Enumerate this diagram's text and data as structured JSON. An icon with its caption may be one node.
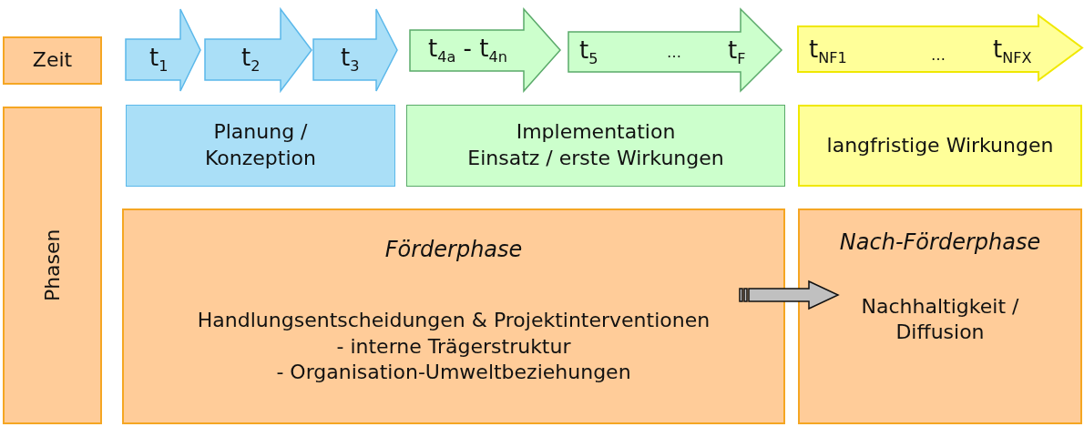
{
  "diagram": {
    "nodes": [
      {
        "text": [
          "Zeit"
        ]
      },
      {
        "text": [
          "t$_{1}$"
        ]
      },
      {
        "text": [
          "t$_{2}$"
        ]
      },
      {
        "text": [
          "t$_{3}$"
        ]
      },
      {
        "text": [
          "t$_{4a}$ - t$_{4n}$"
        ]
      },
      {
        "text": [
          "t$_{5}$",
          "…",
          "t$_{F}$"
        ]
      },
      {
        "text": [
          "t$_{NF1}$",
          "…",
          "t$_{NFX}$"
        ]
      },
      {
        "text": [
          "Phasen"
        ]
      },
      {
        "text": [
          "Planung / Konzeption"
        ]
      },
      {
        "text": [
          "Implementation",
          "Einsatz / erste Wirkungen"
        ]
      },
      {
        "text": [
          "langfristige Wirkungen"
        ]
      },
      {
        "text": [
          "Förderphase",
          "Handlungsentscheidungen & Projektinterventionen",
          "- interne Trägerstruktur",
          "- Organisation-Umweltbeziehungen"
        ]
      },
      {
        "text": [
          "Nach-Förderphase",
          "Nachhaltigkeit / Diffusion"
        ]
      }
    ],
    "edges": [
      {
        "from": 11,
        "to": 12,
        "arrow": "to",
        "style": "thick",
        "color": "#c0c0c0"
      }
    ]
  }
}
